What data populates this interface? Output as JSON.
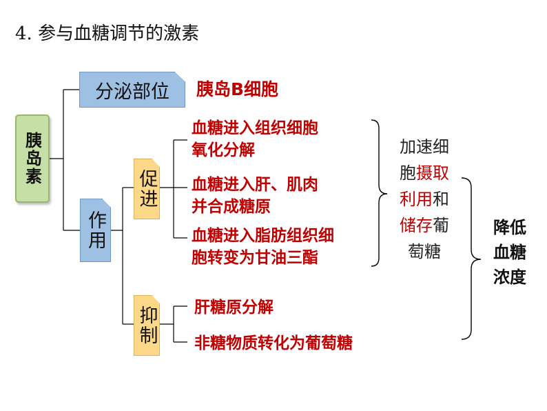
{
  "title": "4. 参与血糖调节的激素",
  "root": {
    "label": "胰岛素"
  },
  "branch_site": {
    "label": "分泌部位",
    "detail": "胰岛B细胞"
  },
  "branch_action": {
    "label": "作用",
    "promote": {
      "label": "促进",
      "items": [
        {
          "line1": "血糖进入组织细胞",
          "line2": "氧化分解"
        },
        {
          "line1": "血糖进入肝、肌肉",
          "line2": "并合成糖原"
        },
        {
          "line1": "血糖进入脂肪组织细",
          "line2": "胞转变为甘油三酯"
        }
      ]
    },
    "inhibit": {
      "label": "抑制",
      "items": [
        {
          "line1": "肝糖原分解"
        },
        {
          "line1": "非糖物质转化为葡萄糖"
        }
      ]
    }
  },
  "summary": {
    "l1": "加速细",
    "l2a": "胞",
    "l2b": "摄取",
    "l3a": "利用",
    "l3b": "和",
    "l4a": "储存",
    "l4b": "葡",
    "l5": "萄糖"
  },
  "result": {
    "l1": "降低",
    "l2": "血糖",
    "l3": "浓度"
  },
  "colors": {
    "root_fill": "#c6dfa6",
    "branch_fill": "#9ec0e3",
    "sub_fill": "#fdd888",
    "highlight_text": "#c00000"
  }
}
